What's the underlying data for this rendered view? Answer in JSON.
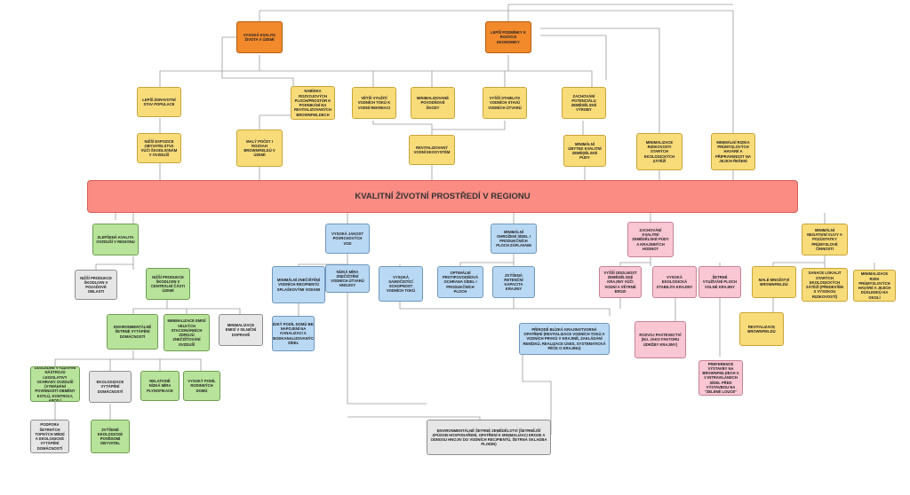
{
  "main": "KVALITNÍ ŽIVOTNÍ PROSTŘEDÍ V REGIONU",
  "top": {
    "vysoka_kvalita": "VYSOKÁ KVALITA ŽIVOTA V ÚZEMÍ",
    "lepsi_podminky": "LEPŠÍ PODMÍNKY K ROZVOJI EKONOMIKY"
  },
  "upper": {
    "lepsi_zdravotni": "LEPŠÍ ZDRAVOTNÍ STAV POPULACE",
    "nabidka": "NABÍDKA ROZVOJOVÝCH PLOCH/PROSTOR K PODNIKÁNÍ NA REVITALIZOVANÝCH BROWNFIELDECH",
    "vetsi_vyuziti": "VĚTŠÍ VYUŽITÍ VODNÍCH TOKŮ K VODNÍ REKREACI",
    "minimalizovane": "MINIMALIZOVANÉ POVODŇOVÉ ŠKODY",
    "vyssi_stabilita": "VYŠŠÍ STABILITA VODNÍCH STAVŮ VODNÍCH ÚTVARŮ",
    "zachovani_potencialu": "ZACHOVÁNÍ POTENCIÁLU ZEMĚDĚLSKÉ VÝROBY",
    "nizsi_expozice": "NIŽŠÍ EXPOZICE OBYVATELSTVA VŮČI ŠKODLIVINÁM V OVZDUŠÍ",
    "maly_pocet": "MALÝ POČET I ROZSAH BROWNFIELDŮ V ÚZEMÍ",
    "revitalizovany": "REVITALIZOVANÝ VODNÍ EKOSYSTÉM",
    "minimalni_ubytek": "MINIMÁLNÍ ÚBYTEK KVALITNÍ ZEMĚDĚLSKÉ PŮDY",
    "minimalizace_rizikovosti": "MINIMALIZACE RIZIKOVOSTI STARÝCH EKOLOGICKÝCH ZÁTĚŽÍ",
    "minimalni_rizika_havarii": "MINIMÁLNÍ RIZIKA PRŮMYSLOVÝCH HAVÁRIÍ A PŘIPRAVENOST NA JEJICH ŘEŠENÍ"
  },
  "lower": {
    "zlepsena_kvalita": "ZLEPŠENÁ KVALITA OVZDUŠÍ V REGIONU",
    "vysoka_jakost": "VYSOKÁ JAKOST POVRCHOVÝCH VOD",
    "minimalni_ohrozeni": "MINIMÁLNÍ OHROŽENÍ SÍDEL I PRODUKČNÍCH PLOCH ZÁPLAVAMI",
    "zachovani_kvality_pudy": "ZACHOVÁNÍ KVALITNÍ ZEMĚDĚLSKÉ PŮDY A KRAJINNÝCH HODNOT",
    "minimalni_negativni": "MINIMÁLNÍ NEGATIVNÍ VLIVY A POZŮSTATKY PRŮMYSLOVÉ ČINNOSTI",
    "nizsi_produkce_pozadi": "NIŽŠÍ PRODUKCE ŠKODLIVIN V POZAĎOVÉ OBLASTI",
    "nizsi_produkce_centralni": "NIŽŠÍ PRODUKCE ŠKODLIVIN V CENTRÁLNÍ ČÁSTI ÚZEMÍ",
    "minimalni_znecisteni": "MINIMÁLNÍ ZNEČIŠTĚNÍ VODNÍCH RECIPIENTŮ SPLAŠKOVÝMI VODAMI",
    "nizka_mira": "NÍZKÁ MÍRA ZNEČIŠTĚNÍ VODNÍCH ÚTVARŮ HNOJIVY",
    "vysoka_samocistici": "VYSOKÁ SAMOČISTÍCÍ SCHOPNOST VODNÍCH TOKŮ",
    "optimalni_ochrana": "OPTIMÁLNÍ PROTIPOVODŇOVÁ OCHRANA SÍDEL I PRODUKČNÍCH PLOCH",
    "zvysena_retencni": "ZVÝŠENÁ RETENČNÍ KAPACITA KRAJINY",
    "vyssi_odolnost": "VYŠŠÍ ODOLNOST ZEMĚDĚLSKÉ KRAJINY VŮČI VODNÍ A VĚTRNÉ EROZI",
    "vysoka_ekologicka": "VYSOKÁ EKOLOGICKÁ STABILITA KRAJINY",
    "setrne_vyuzivani": "ŠETRNÉ VYUŽÍVÁNÍ PLOCH VOLNÉ KRAJINY",
    "male_mnozstvi": "MALÉ MNOŽSTVÍ BROWNFIELDŮ",
    "sanace_lokalit": "SANACE LOKALIT STARÝCH EKOLOGICKÝCH ZÁTĚŽÍ (PŘEDEVŠÍM S VYSOKOU RIZIKOVOSTÍ)",
    "minimalizace_rizik": "MINIMALIZACE RIZIK PRŮMYSLOVÝCH HAVÁRIÍ A JEJICH DŮSLEDKŮ NA OKOLÍ",
    "environmentalne_setrne_domacnosti": "ENVIRONMENTÁLNĚ ŠETRNÉ VYTÁPĚNÍ DOMÁCNOSTÍ",
    "minimalizace_emisi_stacionarnich": "MINIMALIZACE EMISÍ VELKÝCH STACIONÁRNÍCH ZDROJŮ ZNEČIŠŤOVÁNÍ OVZDUŠÍ",
    "minimalizace_emisi_doprava": "MINIMALIZACE EMISÍ V SILNIČNÍ DOPRAVĚ",
    "nizky_podil": "NÍZKÝ PODÍL DOMŮ BEZ NAPOJENÍ NA KANALIZACI A NEODKANALIZOVANÝCH SÍDEL",
    "prirode_blizka": "PŘÍRODĚ BLÍZKÁ KRAJINOTVORNÁ OPATŘENÍ (REVITALIZACE VODNÍCH TOKŮ A VODNÍCH PRVKŮ V KRAJINĚ, ZAKLÁDÁNÍ REMÍZKŮ, REALIZACE ÚSES, SYSTEMATICKÁ PÉČE O KRAJINU)",
    "rozvoj_pastevectvi": "ROZVOJ PASTEVECTVÍ (MJ. JAKO FAKTORU ÚDRŽBY KRAJINY)",
    "revitalizace_brownfieldu": "REVITALIZACE BROWNFIELDŮ",
    "preference_vystavby": "PREFERENCE VÝSTAVBY NA BROWNFIELDECH A V INTRAVILÁNECH SÍDEL PŘED VÝSTAVBOU NA \"ZELENÉ LOUCE\"",
    "dusledne_vyuzivani": "DŮSLEDNÉ VYUŽÍVÁNÍ NÁSTROJŮ LEGISLATIVY OCHRANY OVZDUŠÍ (VYMÁHÁNÍ POVINNOSTÍ OBMĚNY KOTLŮ, KONTROLY, APOD.)",
    "ekologizace_vytapeni": "EKOLOGIZACE VYTÁPĚNÍ DOMÁCNOSTÍ",
    "relativne_nizka": "RELATIVNĚ NÍZKÁ MÍRA PLYNOFIKACE",
    "vysoky_podil": "VYSOKÝ PODÍL RODINNÝCH DOMŮ",
    "podpora_setrnych": "PODPORA ŠETRNÝCH TOPNÝCH MÉDIÍ A EKOLOGICKÉ VYTÁPĚNÍ DOMÁCNOSTÍ",
    "zvysene_ekologicke": "ZVÝŠENÉ EKOLOGICKÉ POVĚDOMÍ OBYVATEL",
    "environmentalne_setrne_zemedelstvi": "ENVIRONMENTÁLNĚ ŠETRNÉ ZEMĚDĚLSTVÍ (ŠETRNĚJŠÍ ZPŮSOB HOSPODAŘENÍ, OPATŘENÍ K MINIMALIZACI EROZE A ODNOSU HNOJIV DO VODNÍCH RECIPIENTŮ, ŠETRNÁ SKLADBA PLODIN)"
  }
}
